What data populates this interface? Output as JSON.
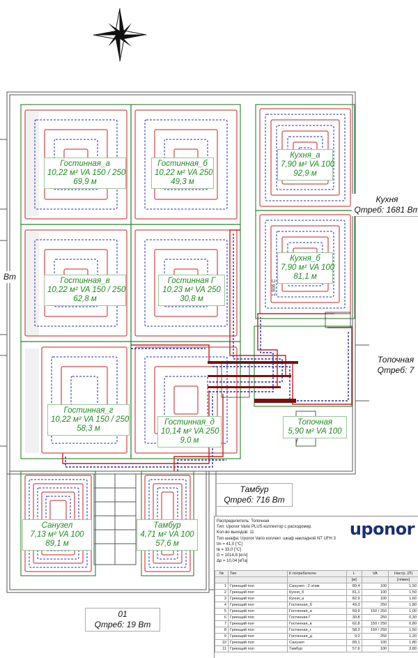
{
  "rooms": [
    {
      "id": "gostinaya-a",
      "name": "Гостинная_а",
      "line2": "10,22 м²  VA 150 / 250",
      "line3": "69,9 м"
    },
    {
      "id": "gostinaya-b",
      "name": "Гостинная_б",
      "line2": "10,22 м²  VA 250",
      "line3": "49,3 м"
    },
    {
      "id": "kuhnya-a",
      "name": "Кухня_а",
      "line2": "7,90 м²  VA 100",
      "line3": "92,9 м"
    },
    {
      "id": "kuhnya-b",
      "name": "Кухня_б",
      "line2": "7,90 м²  VA 100",
      "line3": "81,1 м"
    },
    {
      "id": "gostinaya-v",
      "name": "Гостинная_в",
      "line2": "10,22 м²  VA 150 / 250",
      "line3": "62,8 м"
    },
    {
      "id": "gostinaya-g-upper",
      "name": "Гостинная Г",
      "line2": "10,23 м²  VA 250",
      "line3": "30,8 м"
    },
    {
      "id": "gostinaya-g",
      "name": "Гостинная_г",
      "line2": "10,22 м²  VA 150 / 250",
      "line3": "58,3 м"
    },
    {
      "id": "gostinaya-d",
      "name": "Гостинная_д",
      "line2": "10,14 м²  VA 250",
      "line3": "9,0 м"
    },
    {
      "id": "topochnaya",
      "name": "Топочная",
      "line2": "5,90 м²  VA 100",
      "line3": ""
    },
    {
      "id": "sanuzel",
      "name": "Санузел",
      "line2": "7,13 м²  VA 100",
      "line3": "89,1 м"
    },
    {
      "id": "tambur",
      "name": "Тамбур",
      "line2": "4,71 м²  VA 100",
      "line3": "57,6 м"
    }
  ],
  "zones": [
    {
      "id": "kuhnya",
      "name": "Кухня",
      "q": "Qтреб: 1681 Вт"
    },
    {
      "id": "topochnaya",
      "name": "Топочная",
      "q": "Qтреб: 7"
    },
    {
      "id": "tambur",
      "name": "Тамбур",
      "q": "Qтреб: 716 Вт"
    },
    {
      "id": "01",
      "name": "01",
      "q": "Qтреб: 19 Вт"
    },
    {
      "id": "left-edge",
      "name": "",
      "q": "Вт"
    }
  ],
  "legend": {
    "brand": "uponor",
    "lines": [
      "Распределитель: Топочная",
      "Тип: Uponor Vario PLUS коллектор с расходомер.",
      "Кол-во выходов: 11",
      "Тип шкафа: Uponor Vario коллект. шкаф накладной NT UFH 3",
      "tm = 41,0 [°C]",
      "tв = 33,0 [°C]",
      "G = 1014,8 [кг/ч]",
      "Δp = 10,04 [кПа]"
    ],
    "columns": [
      "№",
      "Тип",
      "К потребителю",
      "L",
      "VA",
      "Настр. (П)"
    ],
    "units": [
      "",
      "",
      "",
      "[м]",
      "",
      "[л/мин]"
    ],
    "rows": [
      [
        "1",
        "Греющий пол",
        "Санузел - 2 этаж",
        "89,4",
        "100",
        "1,50"
      ],
      [
        "2",
        "Греющий пол",
        "Кухня_б",
        "81,1",
        "100",
        "1,50"
      ],
      [
        "3",
        "Греющий пол",
        "Кухня_а",
        "82,9",
        "100",
        "1,60"
      ],
      [
        "4",
        "Греющий пол",
        "Гостинная_б",
        "49,3",
        "250",
        "1,80"
      ],
      [
        "5",
        "Греющий пол",
        "Гостинная_а",
        "69,9",
        "150 / 250",
        "1,00"
      ],
      [
        "6",
        "Греющий пол",
        "Гостинная Г",
        "30,8",
        "250",
        "0,30"
      ],
      [
        "7",
        "Греющий пол",
        "Гостинная_в",
        "62,8",
        "150 / 250",
        "0,80"
      ],
      [
        "8",
        "Греющий пол",
        "Гостинная_г",
        "58,3",
        "150 / 250",
        "1,50"
      ],
      [
        "9",
        "Греющий пол",
        "Гостинная_д",
        "9,0",
        "250",
        "1,20"
      ],
      [
        "10",
        "Греющий пол",
        "Санузел",
        "89,1",
        "100",
        "1,80"
      ],
      [
        "11",
        "Греющий пол",
        "Тамбур",
        "57,6",
        "100",
        "3,80"
      ]
    ]
  },
  "colors": {
    "supply": "#c81e1e",
    "return": "#1e2fb0",
    "zone": "#3a8a3a",
    "wall": "#555555",
    "label": "#1f8a1f"
  }
}
